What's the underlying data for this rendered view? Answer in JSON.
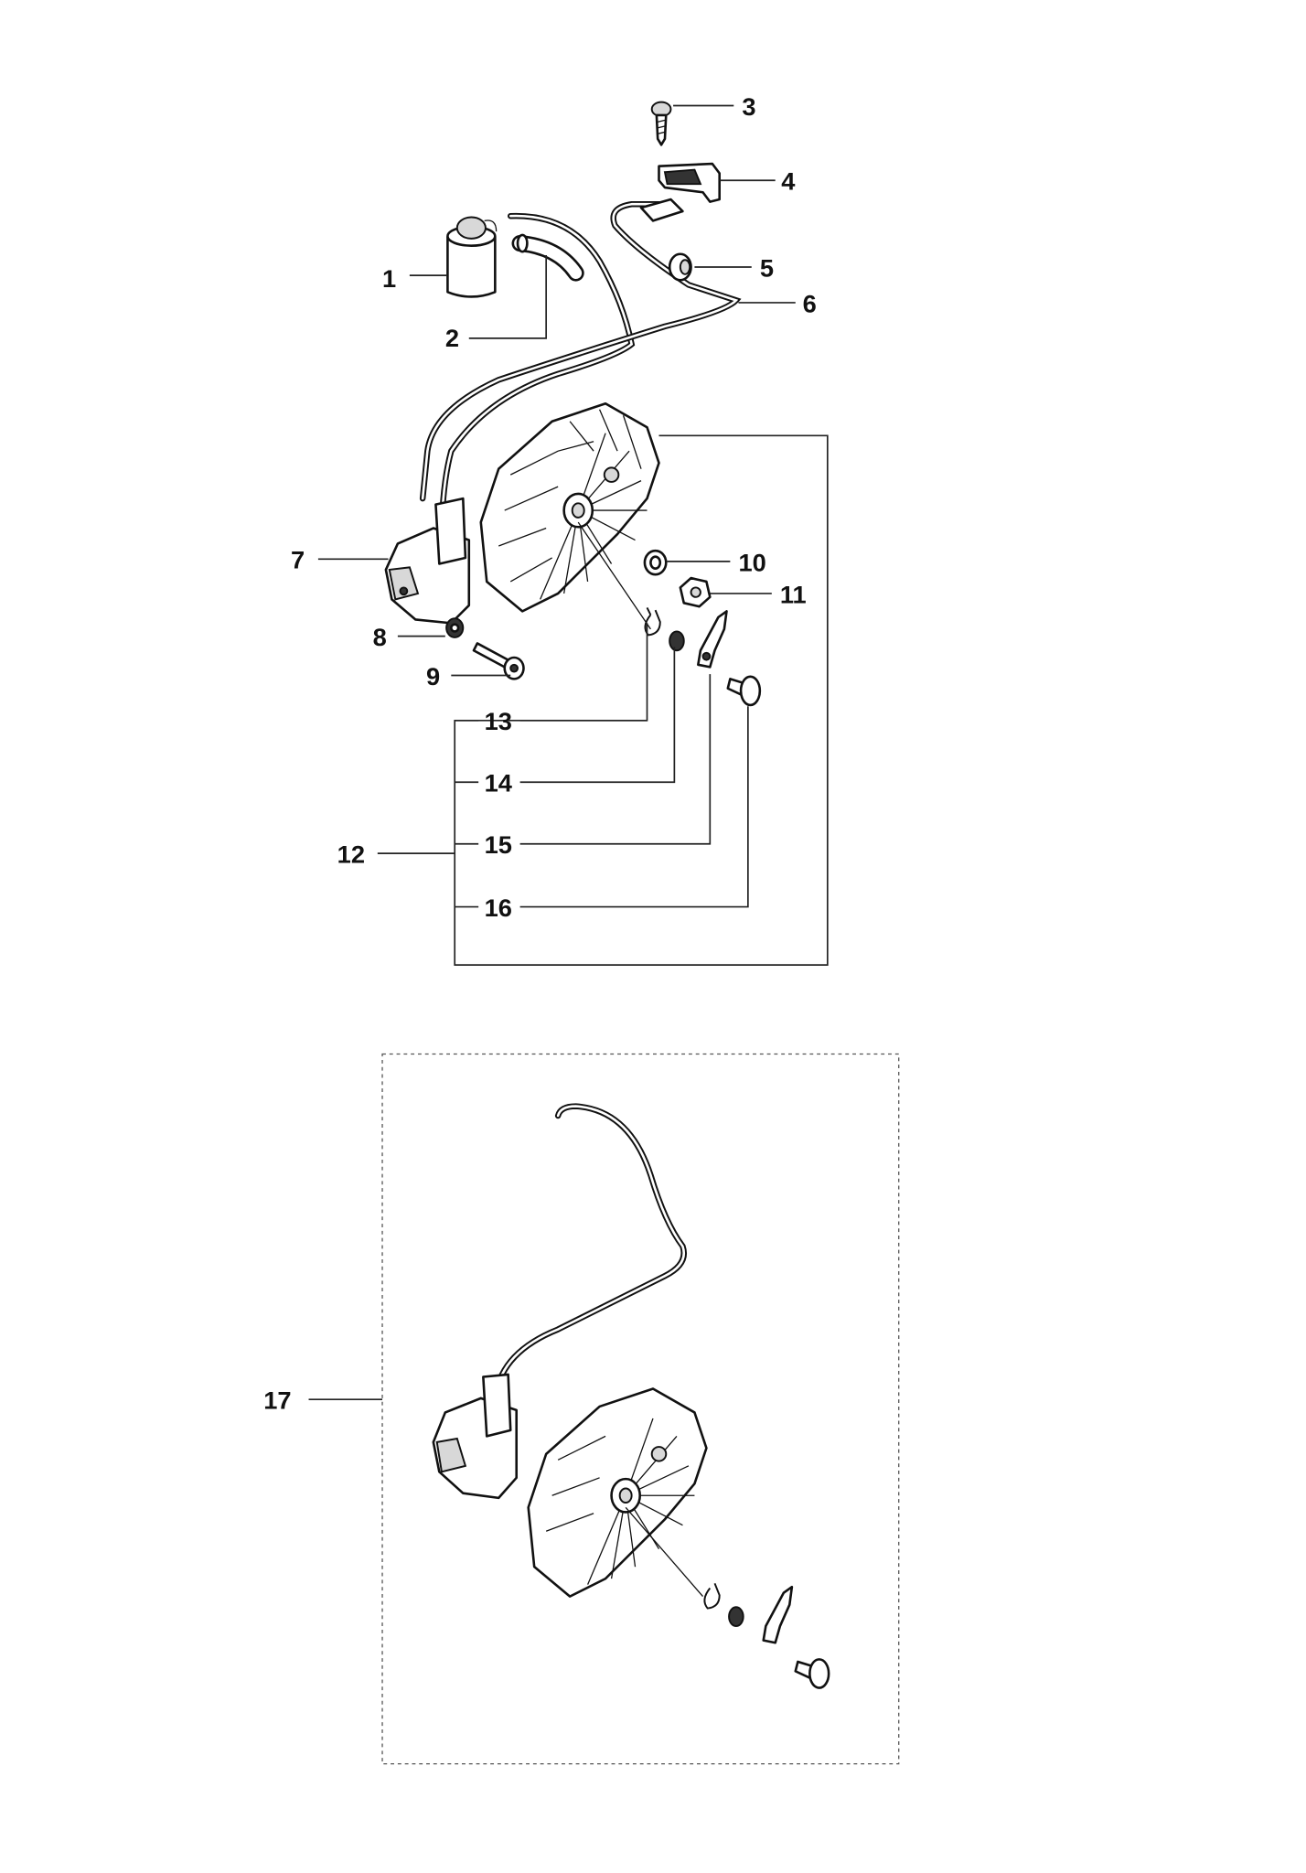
{
  "diagram": {
    "callouts": {
      "c1": "1",
      "c2": "2",
      "c3": "3",
      "c4": "4",
      "c5": "5",
      "c6": "6",
      "c7": "7",
      "c8": "8",
      "c9": "9",
      "c10": "10",
      "c11": "11",
      "c12": "12",
      "c13": "13",
      "c14": "14",
      "c15": "15",
      "c16": "16",
      "c17": "17"
    }
  }
}
